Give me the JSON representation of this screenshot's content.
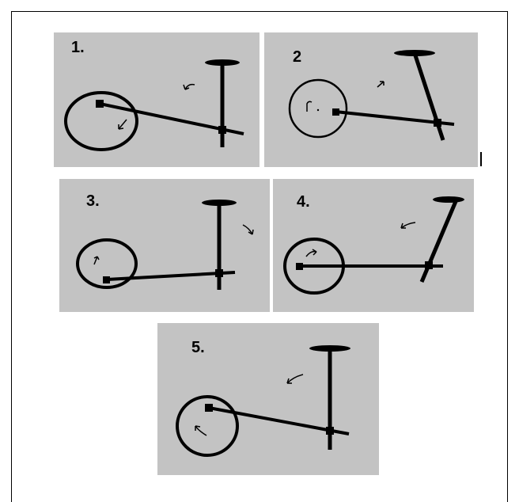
{
  "panels": [
    {
      "label": "1."
    },
    {
      "label": "2"
    },
    {
      "label": "3."
    },
    {
      "label": "4."
    },
    {
      "label": "5."
    }
  ]
}
